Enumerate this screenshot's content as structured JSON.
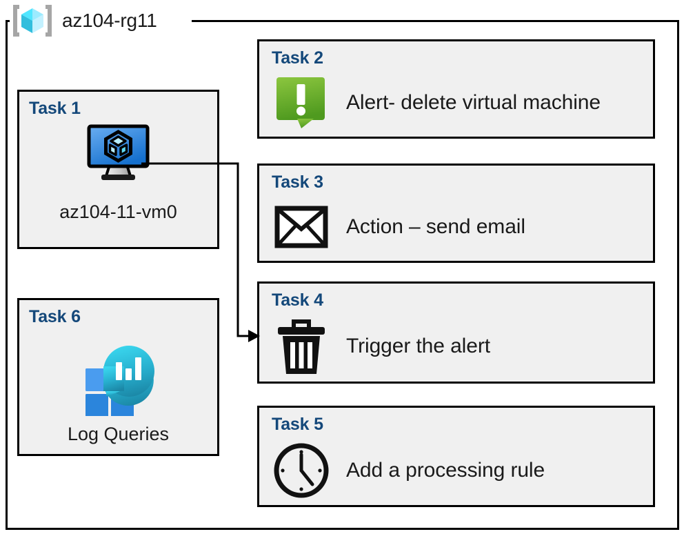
{
  "resource_group": {
    "title": "az104-rg11",
    "icon": "azure-resource-group-cube-icon"
  },
  "colors": {
    "task_label": "#14487a",
    "card_background": "#f0f0f0",
    "card_border": "#000000",
    "alert_green_top": "#7ec340",
    "alert_green_bottom": "#4f9a1f",
    "log_blue_light": "#4a9cef",
    "log_blue_dark": "#2b85dc",
    "log_bubble_top": "#33d1ea",
    "log_bubble_bottom": "#1b87a6",
    "vm_screen_top": "#5aa7ef",
    "vm_screen_bottom": "#1a74d2",
    "cube_cyan": "#8fe6f5"
  },
  "left_column": [
    {
      "label": "Task 1",
      "caption": "az104-11-vm0",
      "icon": "virtual-machine-monitor-icon"
    },
    {
      "label": "Task 6",
      "caption": "Log Queries",
      "icon": "log-analytics-icon"
    }
  ],
  "right_column": [
    {
      "label": "Task 2",
      "text": "Alert- delete virtual machine",
      "icon": "alert-exclamation-bubble-icon"
    },
    {
      "label": "Task 3",
      "text": "Action – send email",
      "icon": "envelope-icon"
    },
    {
      "label": "Task 4",
      "text": "Trigger the alert",
      "icon": "trash-can-icon"
    },
    {
      "label": "Task 5",
      "text": "Add a processing rule",
      "icon": "clock-icon"
    }
  ],
  "connector": {
    "from": "Task 1",
    "to": "Task 4",
    "arrow": "arrow-head-right"
  }
}
